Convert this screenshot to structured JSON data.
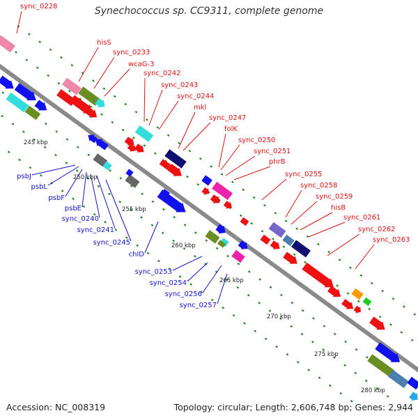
{
  "title": "Synechococcus sp. CC9311, complete genome",
  "footer": {
    "accession": "Accession: NC_008319",
    "summary": "Topology: circular; Length: 2,606,748 bp; Genes: 2,944"
  },
  "colors": {
    "backbone": "#8a8a8a",
    "tick": "#1a8a1a",
    "forward_label": "#dd1111",
    "reverse_label": "#1111cc",
    "red_gene": "#ee1111",
    "blue_gene": "#1111ee",
    "navy_gene": "#101070",
    "cyan_gene": "#33dddd",
    "olive_gene": "#6b8e23",
    "pink_gene": "#ee88aa",
    "magenta_gene": "#ee22aa",
    "gray_gene": "#666666",
    "steel_gene": "#4a7fb0",
    "purple_gene": "#7766cc",
    "orange_gene": "#ff9900",
    "green_gene": "#22cc22",
    "sky_gene": "#22aaee"
  },
  "kbp_labels": [
    "245 kbp",
    "250 kbp",
    "255 kbp",
    "260 kbp",
    "265 kbp",
    "270 kbp",
    "275 kbp",
    "280 kbp"
  ],
  "forward_labels": [
    "sync_0228",
    "hisS",
    "sync_0233",
    "wcaG-3",
    "sync_0242",
    "sync_0243",
    "sync_0244",
    "mkl",
    "sync_0247",
    "folK",
    "sync_0250",
    "sync_0251",
    "phrB",
    "sync_0255",
    "sync_0258",
    "sync_0259",
    "hisB",
    "sync_0261",
    "sync_0262",
    "sync_0263"
  ],
  "reverse_labels": [
    "psbJ",
    "psbL",
    "psbF",
    "psbE",
    "sync_0240",
    "sync_0241",
    "sync_0245",
    "chlD",
    "sync_0253",
    "sync_0254",
    "sync_0256",
    "sync_0257"
  ]
}
